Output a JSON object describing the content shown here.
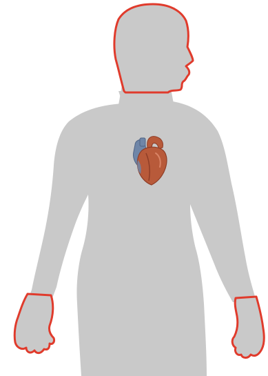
{
  "figure": {
    "background": "#ffffff",
    "silhouette_color": "#c9c9c9",
    "highlight_outline_color": "#e03b2c",
    "highlighted_regions": [
      "head",
      "left-hand",
      "right-hand"
    ],
    "organ": {
      "name": "heart-icon",
      "colors": {
        "muscle": "#b85a3a",
        "muscle_dark": "#8e3d27",
        "vessel_blue": "#6f86a8",
        "vessel_dark": "#4f6384"
      }
    }
  }
}
